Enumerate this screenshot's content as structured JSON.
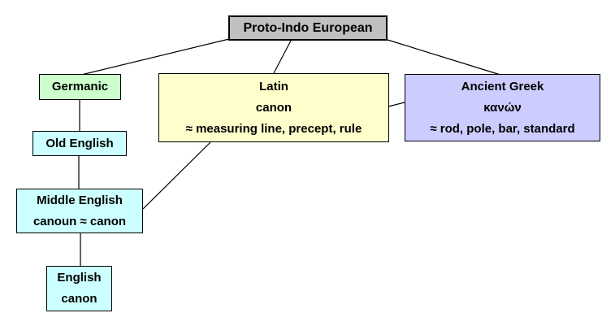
{
  "nodes": {
    "proto": {
      "lines": [
        "Proto-Indo European"
      ],
      "fill": "#c0c0c0"
    },
    "germanic": {
      "lines": [
        "Germanic"
      ],
      "fill": "#ccffcc"
    },
    "latin": {
      "lines": [
        "Latin",
        "canon",
        "≈ measuring line, precept, rule"
      ],
      "fill": "#ffffcc"
    },
    "greek": {
      "lines": [
        "Ancient Greek",
        "κανών",
        "≈ rod, pole, bar, standard"
      ],
      "fill": "#ccccff"
    },
    "old_english": {
      "lines": [
        "Old English"
      ],
      "fill": "#ccffff"
    },
    "middle_english": {
      "lines": [
        "Middle English",
        "canoun ≈ canon"
      ],
      "fill": "#ccffff"
    },
    "english": {
      "lines": [
        "English",
        "canon"
      ],
      "fill": "#ccffff"
    }
  },
  "edges": [
    {
      "from": "proto",
      "to": "germanic"
    },
    {
      "from": "proto",
      "to": "latin"
    },
    {
      "from": "proto",
      "to": "greek"
    },
    {
      "from": "greek",
      "to": "latin"
    },
    {
      "from": "germanic",
      "to": "old_english"
    },
    {
      "from": "old_english",
      "to": "middle_english"
    },
    {
      "from": "latin",
      "to": "middle_english"
    },
    {
      "from": "middle_english",
      "to": "english"
    }
  ],
  "colors": {
    "background": "#ffffff",
    "box_border": "#000000",
    "connector_line": "#000000",
    "proto_fill": "#c0c0c0",
    "germanic_fill": "#ccffcc",
    "latin_fill": "#ffffcc",
    "greek_fill": "#ccccff",
    "english_branch_fill": "#ccffff"
  }
}
